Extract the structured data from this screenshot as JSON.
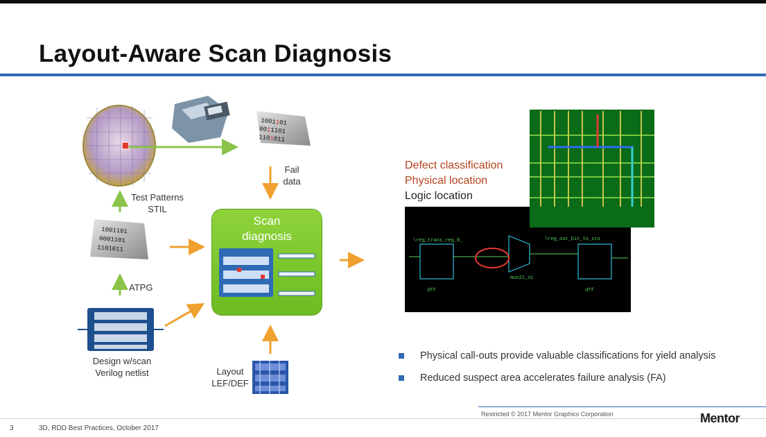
{
  "slide": {
    "title": "Layout-Aware Scan Diagnosis",
    "page_number": "3",
    "footer": "3D, RDD Best Practices, October 2017",
    "copyright": "Restricted © 2017 Mentor Graphics Corporation",
    "logo": "Mentor"
  },
  "diagram": {
    "fail_data": "Fail\ndata",
    "test_patterns": "Test Patterns\nSTIL",
    "atpg": "ATPG",
    "design": "Design w/scan\nVerilog netlist",
    "layout": "Layout\nLEF/DEF",
    "scan_box": "Scan\ndiagnosis",
    "pattern_lines_top": [
      "1001101",
      "0001101",
      "1101011"
    ],
    "fail_lines": [
      "1001101",
      "0011101",
      "1101011"
    ]
  },
  "callouts": {
    "defect_classification": "Defect classification",
    "physical_location": "Physical location",
    "logic_location": "Logic location"
  },
  "bullets": [
    "Physical call-outs provide valuable  classifications for yield analysis",
    "Reduced suspect area accelerates failure analysis (FA)"
  ],
  "colors": {
    "accent_blue": "#2f6ab5",
    "arrow_orange": "#f0a030",
    "scan_green": "#7cc42c",
    "callout_red": "#b5421c"
  },
  "icons": {
    "wafer": "wafer-icon",
    "tester": "tester-machine-icon",
    "fail_sheet": "fail-data-sheet-icon",
    "pattern_sheet": "test-pattern-sheet-icon",
    "netlist": "netlist-chip-icon",
    "layout": "layout-lefdef-icon"
  }
}
